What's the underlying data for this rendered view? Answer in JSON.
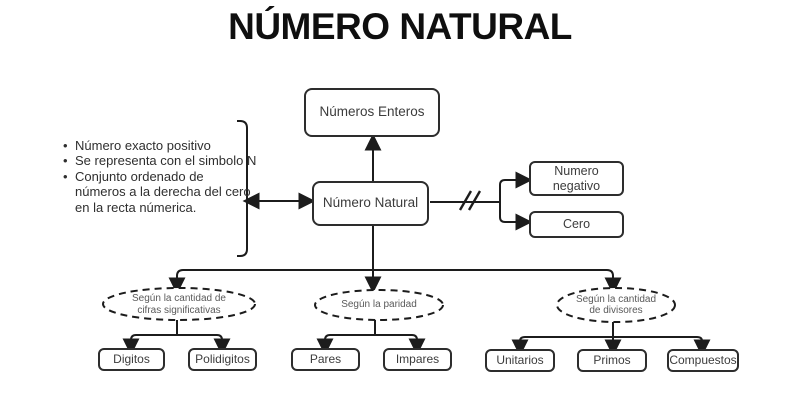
{
  "colors": {
    "ink": "#1c1c1c",
    "box-border": "#2d2d2d",
    "box-text": "#3c3c3c",
    "note-text": "#2f2f2f",
    "criterion-text": "#5a5a5a",
    "bg": "#ffffff"
  },
  "title": "NÚMERO NATURAL",
  "notes": {
    "bullets": [
      {
        "lines": [
          "Número exacto positivo"
        ]
      },
      {
        "lines": [
          "Se representa con el simbolo N"
        ]
      },
      {
        "lines": [
          "Conjunto ordenado de",
          "números a la derecha del cero",
          "en la recta númerica."
        ]
      }
    ]
  },
  "nodes": {
    "enteros": {
      "label": "Números Enteros"
    },
    "natural": {
      "label": "Número Natural"
    },
    "negativo": {
      "label": "Numero negativo"
    },
    "cero": {
      "label": "Cero"
    },
    "digitos": {
      "label": "Digitos"
    },
    "polidigitos": {
      "label": "Polidigitos"
    },
    "pares": {
      "label": "Pares"
    },
    "impares": {
      "label": "Impares"
    },
    "unitarios": {
      "label": "Unitarios"
    },
    "primos": {
      "label": "Primos"
    },
    "compuestos": {
      "label": "Compuestos"
    }
  },
  "criteria": [
    {
      "lines": [
        "Según la cantidad de",
        "cifras significativas"
      ]
    },
    {
      "lines": [
        "Según la paridad"
      ]
    },
    {
      "lines": [
        "Según la cantidad",
        "de divisores"
      ]
    }
  ]
}
